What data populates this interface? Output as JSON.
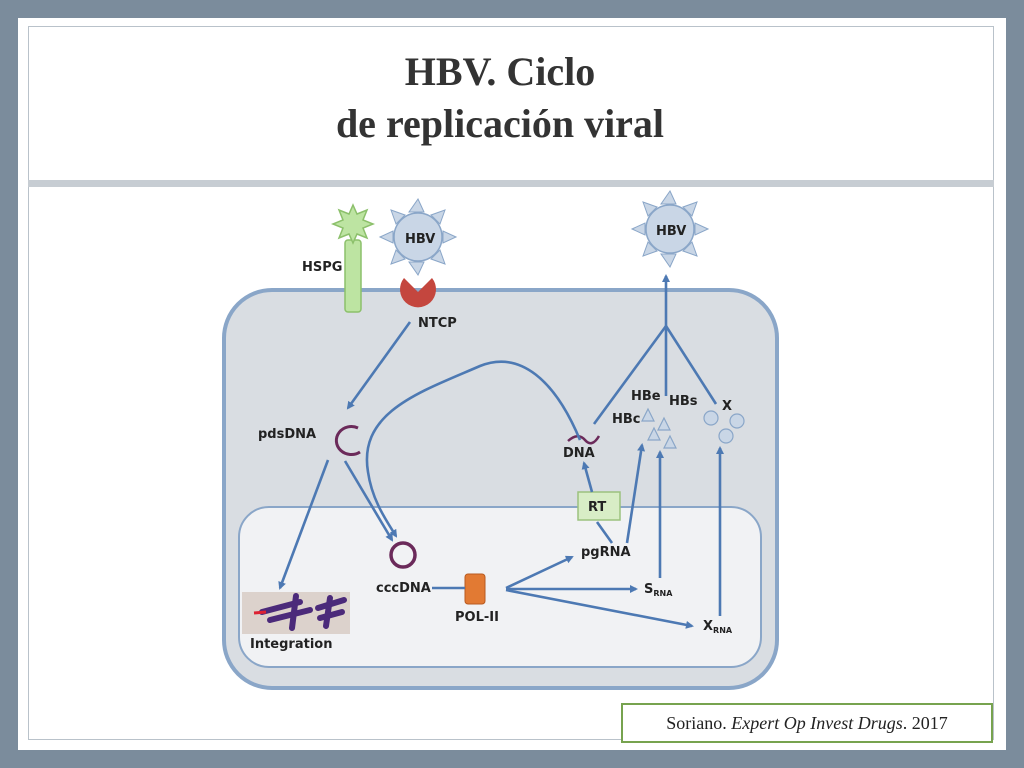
{
  "title": {
    "line1": "HBV. Ciclo",
    "line2": "de replicación viral"
  },
  "labels": {
    "hbv_in": "HBV",
    "hbv_out": "HBV",
    "hspg": "HSPG",
    "ntcp": "NTCP",
    "pdsdna": "pdsDNA",
    "dna": "DNA",
    "hbe": "HBe",
    "hbs": "HBs",
    "hbc": "HBc",
    "x": "X",
    "rt": "RT",
    "pgrna": "pgRNA",
    "cccdna": "cccDNA",
    "pol2": "POL-II",
    "s": "S",
    "s_sub": "RNA",
    "xr": "X",
    "xr_sub": "RNA",
    "integration": "Integration"
  },
  "citation": {
    "author": "Soriano.",
    "journal": "Expert Op Invest Drugs",
    "year": ". 2017"
  },
  "colors": {
    "arrow": "#4d79b3",
    "cell": "#d9dde2",
    "nucleus": "#f1f2f4",
    "virus": "#c9d6e6",
    "ntcp": "#c4463e",
    "hspg": "#bde4a2",
    "rt_box": "#d8edc6",
    "pol2": "#e27a33",
    "dna": "#6b2a5a"
  }
}
